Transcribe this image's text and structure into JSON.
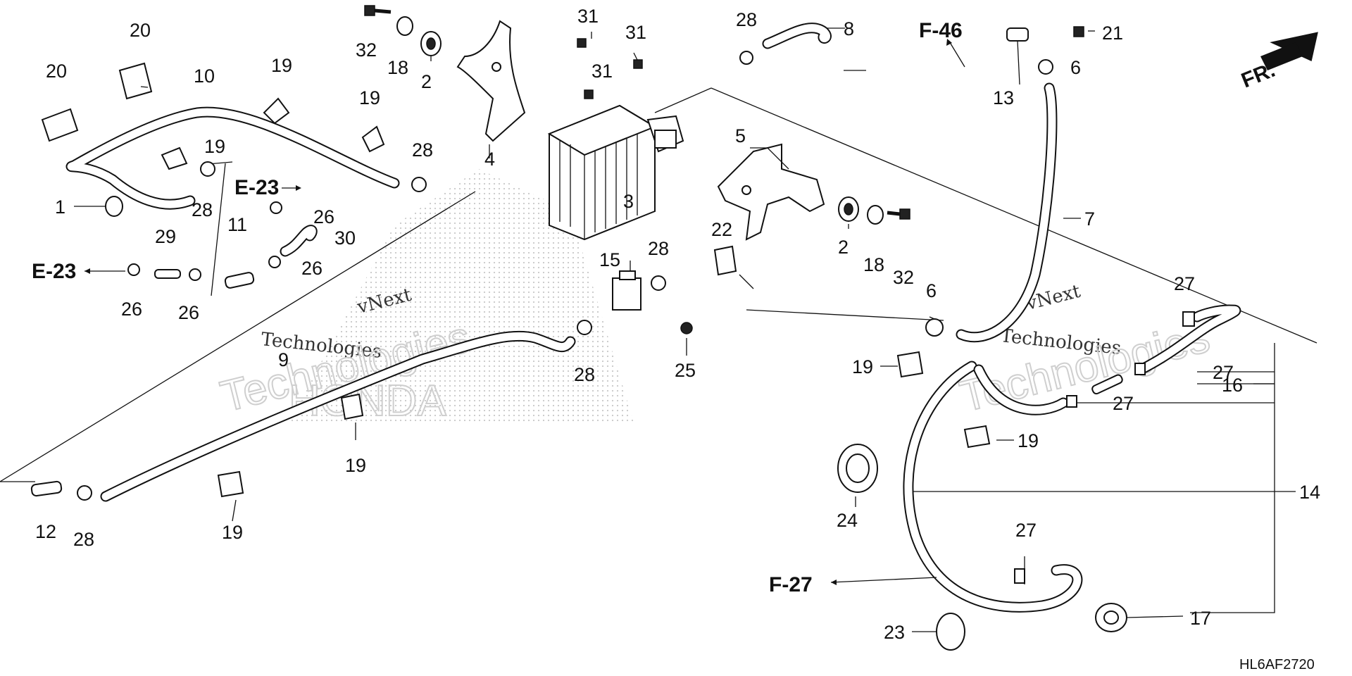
{
  "diagram": {
    "callouts": [
      {
        "id": "c1",
        "text": "1"
      },
      {
        "id": "c2a",
        "text": "2"
      },
      {
        "id": "c2b",
        "text": "2"
      },
      {
        "id": "c3",
        "text": "3"
      },
      {
        "id": "c4",
        "text": "4"
      },
      {
        "id": "c5",
        "text": "5"
      },
      {
        "id": "c6a",
        "text": "6"
      },
      {
        "id": "c6b",
        "text": "6"
      },
      {
        "id": "c7",
        "text": "7"
      },
      {
        "id": "c8",
        "text": "8"
      },
      {
        "id": "c9",
        "text": "9"
      },
      {
        "id": "c10",
        "text": "10"
      },
      {
        "id": "c11",
        "text": "11"
      },
      {
        "id": "c12",
        "text": "12"
      },
      {
        "id": "c13",
        "text": "13"
      },
      {
        "id": "c14",
        "text": "14"
      },
      {
        "id": "c15",
        "text": "15"
      },
      {
        "id": "c16",
        "text": "16"
      },
      {
        "id": "c17",
        "text": "17"
      },
      {
        "id": "c18a",
        "text": "18"
      },
      {
        "id": "c18b",
        "text": "18"
      },
      {
        "id": "c19a",
        "text": "19"
      },
      {
        "id": "c19b",
        "text": "19"
      },
      {
        "id": "c19c",
        "text": "19"
      },
      {
        "id": "c19d",
        "text": "19"
      },
      {
        "id": "c19e",
        "text": "19"
      },
      {
        "id": "c19f",
        "text": "19"
      },
      {
        "id": "c19g",
        "text": "19"
      },
      {
        "id": "c20a",
        "text": "20"
      },
      {
        "id": "c20b",
        "text": "20"
      },
      {
        "id": "c21",
        "text": "21"
      },
      {
        "id": "c22",
        "text": "22"
      },
      {
        "id": "c23",
        "text": "23"
      },
      {
        "id": "c24",
        "text": "24"
      },
      {
        "id": "c25",
        "text": "25"
      },
      {
        "id": "c26a",
        "text": "26"
      },
      {
        "id": "c26b",
        "text": "26"
      },
      {
        "id": "c26c",
        "text": "26"
      },
      {
        "id": "c26d",
        "text": "26"
      },
      {
        "id": "c27a",
        "text": "27"
      },
      {
        "id": "c27b",
        "text": "27"
      },
      {
        "id": "c27c",
        "text": "27"
      },
      {
        "id": "c27d",
        "text": "27"
      },
      {
        "id": "c28a",
        "text": "28"
      },
      {
        "id": "c28b",
        "text": "28"
      },
      {
        "id": "c28c",
        "text": "28"
      },
      {
        "id": "c28d",
        "text": "28"
      },
      {
        "id": "c28e",
        "text": "28"
      },
      {
        "id": "c28f",
        "text": "28"
      },
      {
        "id": "c29",
        "text": "29"
      },
      {
        "id": "c30",
        "text": "30"
      },
      {
        "id": "c31a",
        "text": "31"
      },
      {
        "id": "c31b",
        "text": "31"
      },
      {
        "id": "c31c",
        "text": "31"
      },
      {
        "id": "c32a",
        "text": "32"
      },
      {
        "id": "c32b",
        "text": "32"
      }
    ],
    "references": [
      {
        "id": "e23a",
        "text": "E-23"
      },
      {
        "id": "e23b",
        "text": "E-23"
      },
      {
        "id": "f46",
        "text": "F-46"
      },
      {
        "id": "f27",
        "text": "F-27"
      }
    ],
    "front_indicator": "FR.",
    "diagram_code": "HL6AF2720",
    "watermark": {
      "line1": "vNext",
      "line2": "Technologies",
      "brand": "HONDA"
    }
  }
}
